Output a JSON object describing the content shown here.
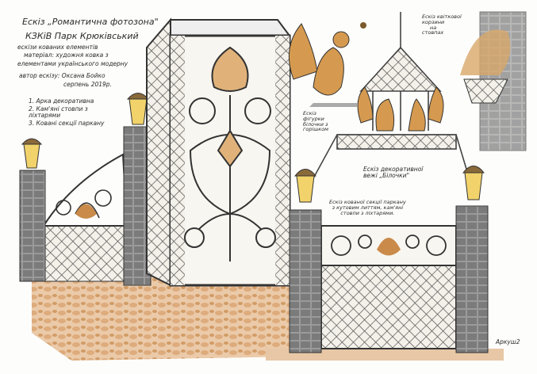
{
  "header": {
    "title": "Ескіз „Романтична фотозона\"",
    "client": "КЗКіВ Парк Крюківський",
    "line1": "ескізи кованих елементів",
    "line2": "матеріал: художня ковка з",
    "line3": "елементами українського модерну",
    "author": "автор ескізу: Оксана Бойко",
    "date": "серпень 2019р."
  },
  "legend": [
    {
      "num": "1.",
      "label": "Арка декоративна"
    },
    {
      "num": "2.",
      "label": "Кам'яні стовпи з ліхтарями"
    },
    {
      "num": "3.",
      "label": "Ковані секції паркану"
    }
  ],
  "annotations": {
    "squirrel": [
      "Ескіз",
      "фігурки",
      "білочки з",
      "горішком"
    ],
    "basket": [
      "Ескіз квіткової",
      "корзини",
      "на",
      "стовпах"
    ],
    "tower": [
      "Ескіз декоративної",
      "вежі „Білочки\""
    ],
    "fence": [
      "Ескіз кованої секції паркану",
      "з кутовим литтям, кам'яні",
      "стовпи з ліхтарями."
    ]
  },
  "sheet_label": "Аркуш2",
  "colors": {
    "rust": "#c98a4a",
    "stone": "#8a8a8a",
    "iron": "#3a3a3a",
    "lamp": "#f2d36b"
  }
}
